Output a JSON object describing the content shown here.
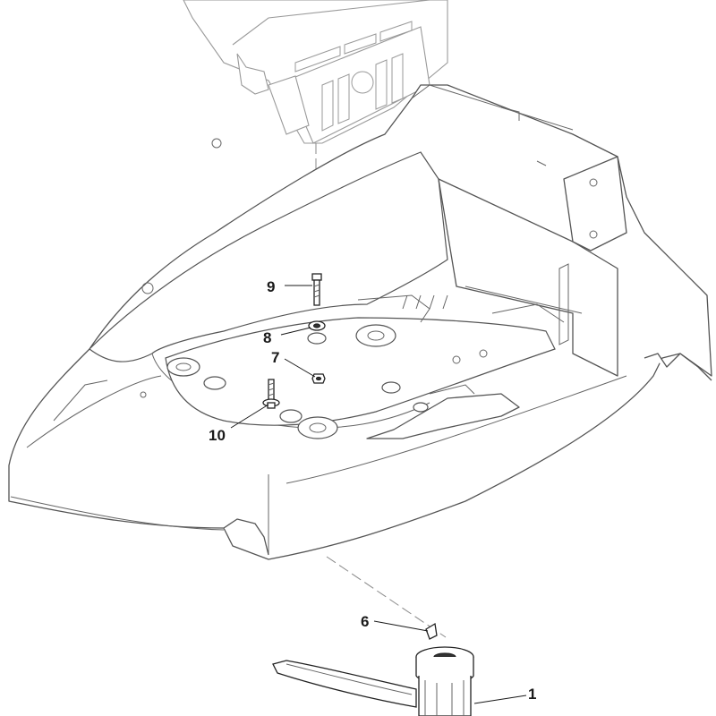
{
  "labels": {
    "part_9": "9",
    "part_8": "8",
    "part_7": "7",
    "part_10": "10",
    "part_6": "6",
    "part_1": "1"
  }
}
